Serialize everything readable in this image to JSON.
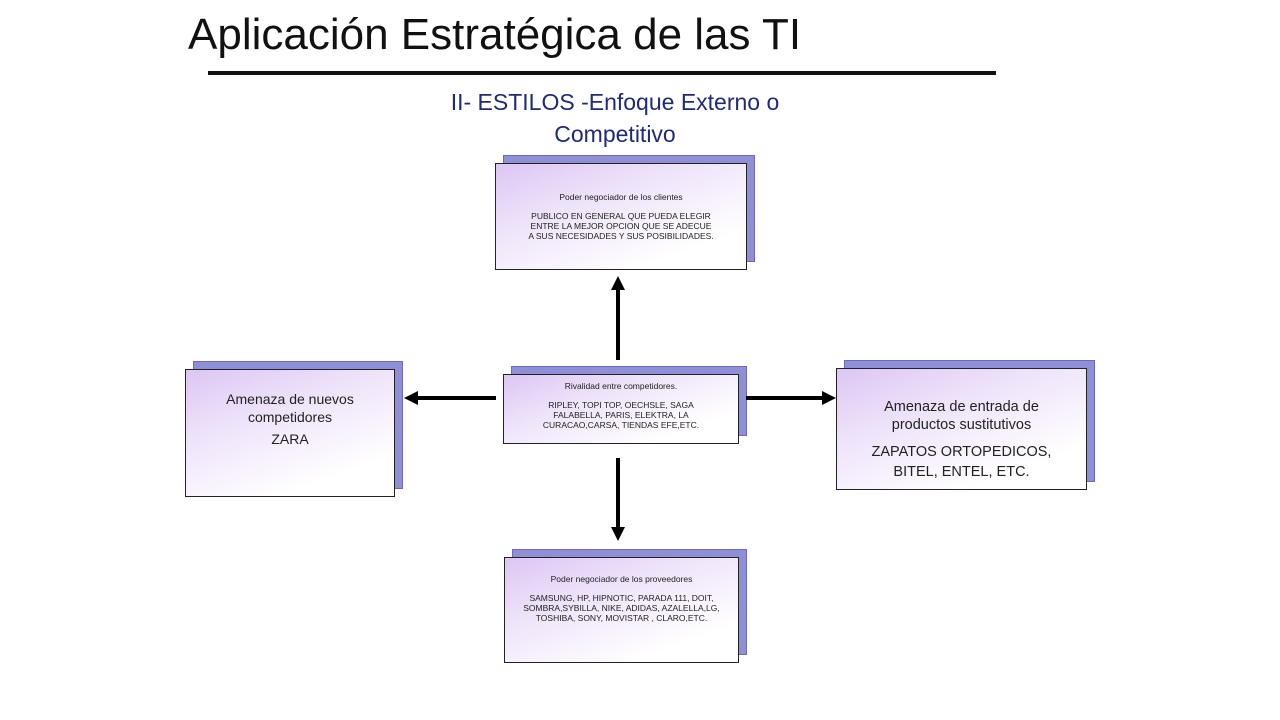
{
  "slide": {
    "title": "Aplicación Estratégica de las TI",
    "subtitle_lines": [
      "II- ESTILOS -Enfoque Externo o",
      "Competitivo"
    ]
  },
  "boxes": {
    "top": {
      "heading": "Poder negociador de los clientes",
      "body_lines": [
        "PUBLICO EN GENERAL QUE PUEDA ELEGIR",
        "ENTRE LA MEJOR OPCION QUE SE ADECUE",
        "A SUS NECESIDADES Y SUS POSIBILIDADES."
      ]
    },
    "center": {
      "heading": "Rivalidad entre competidores.",
      "body_lines": [
        "RIPLEY, TOPI TOP, OECHSLE, SAGA",
        "FALABELLA, PARIS, ELEKTRA, LA",
        "CURACAO,CARSA, TIENDAS EFE,ETC."
      ]
    },
    "bottom": {
      "heading": "Poder negociador de los proveedores",
      "body_lines": [
        "SAMSUNG, HP, HIPNOTIC, PARADA 111, DOIT,",
        "SOMBRA,SYBILLA, NIKE, ADIDAS, AZALELLA,LG,",
        "TOSHIBA, SONY, MOVISTAR , CLARO,ETC."
      ]
    },
    "left": {
      "heading_lines": [
        "Amenaza de nuevos",
        "competidores"
      ],
      "body_lines": [
        "ZARA"
      ]
    },
    "right": {
      "heading_lines": [
        "Amenaza de entrada de",
        "productos sustitutivos"
      ],
      "body_lines": [
        "ZAPATOS ORTOPEDICOS,",
        "BITEL, ENTEL, ETC."
      ]
    }
  }
}
